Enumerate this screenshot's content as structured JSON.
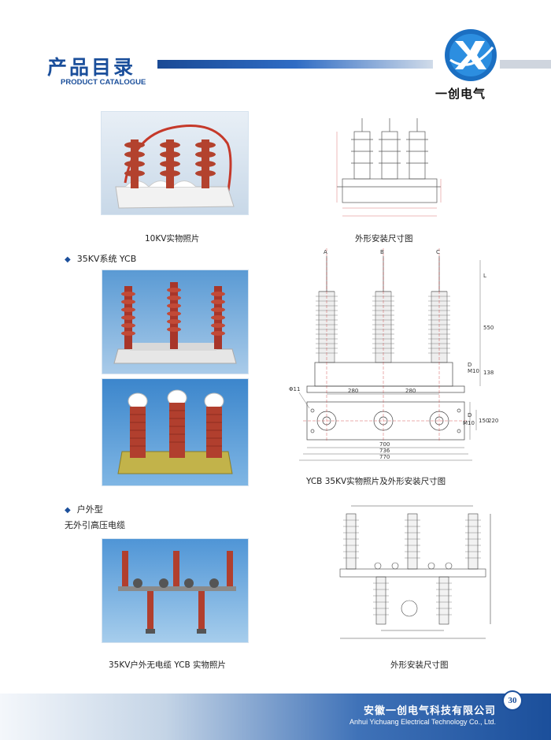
{
  "header": {
    "title_cn": "产品目录",
    "title_en": "PRODUCT CATALOGUE",
    "logo_text": "一创电气",
    "logo_icon": "yc-logo-icon"
  },
  "sections": {
    "s1_caption_photo": "10KV实物照片",
    "s1_caption_drawing": "外形安装尺寸图",
    "s2_title": "35KV系统 YCB",
    "s2_caption": "YCB 35KV实物照片及外形安装尺寸图",
    "s3_title": "户外型",
    "s3_subtitle": "无外引高压电缆",
    "s3_caption_photo": "35KV户外无电缆 YCB 实物照片",
    "s3_caption_drawing": "外形安装尺寸图"
  },
  "drawing2": {
    "labels": [
      "A",
      "B",
      "C"
    ],
    "dim_280a": "280",
    "dim_280b": "280",
    "dim_550": "550",
    "dim_L": "L",
    "dim_138": "138",
    "dim_D1": "D",
    "dim_M10a": "M10",
    "dim_D2": "D",
    "dim_M10b": "M10",
    "dim_150": "150",
    "dim_220": "220",
    "dim_phi11": "Φ11",
    "dim_700": "700",
    "dim_736": "736",
    "dim_770": "770"
  },
  "footer": {
    "company_cn": "安徽一创电气科技有限公司",
    "company_en": "Anhui Yichuang Electrical Technology Co., Ltd.",
    "page_number": "30"
  },
  "colors": {
    "brand_blue": "#1b4f9b",
    "insulator_red": "#b3422e"
  }
}
